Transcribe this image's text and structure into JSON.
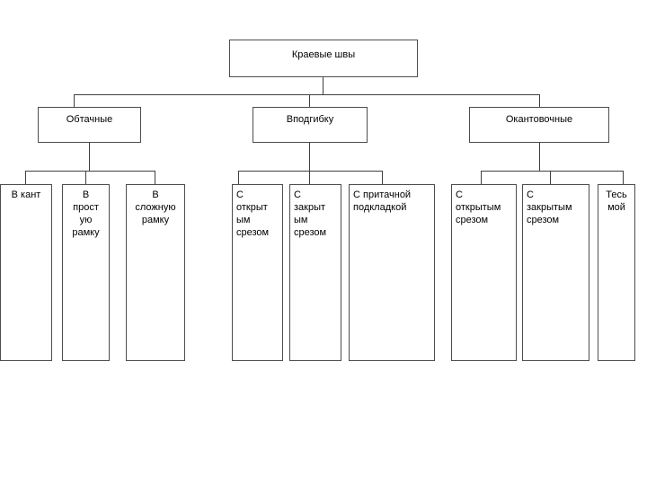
{
  "diagram": {
    "title": "Краевые швы",
    "type": "tree",
    "background_color": "#ffffff",
    "border_color": "#4d4d4d",
    "connector_color": "#3f3f3f",
    "text_color": "#000000",
    "root": {
      "label": "Краевые швы"
    },
    "level2": [
      {
        "label": "Обтачные"
      },
      {
        "label": "Вподгибку"
      },
      {
        "label": "Окантовочные"
      }
    ],
    "level3": {
      "obtachnye": [
        {
          "label": "В кант",
          "align": "center"
        },
        {
          "label": "В\nпрост\nую\nрамку",
          "align": "center"
        },
        {
          "label": "В\nсложную\nрамку",
          "align": "center"
        }
      ],
      "vpodgibku": [
        {
          "label": "С\nоткрыт\nым\nсрезом",
          "align": "left"
        },
        {
          "label": "С\nзакрыт\nым\nсрезом",
          "align": "left"
        },
        {
          "label": "С притачной\nподкладкой",
          "align": "left"
        }
      ],
      "okantovochnye": [
        {
          "label": "С\nоткрытым\nсрезом",
          "align": "left"
        },
        {
          "label": "С\nзакрытым\nсрезом",
          "align": "left"
        },
        {
          "label": "Тесь\nмой",
          "align": "center"
        }
      ]
    }
  }
}
